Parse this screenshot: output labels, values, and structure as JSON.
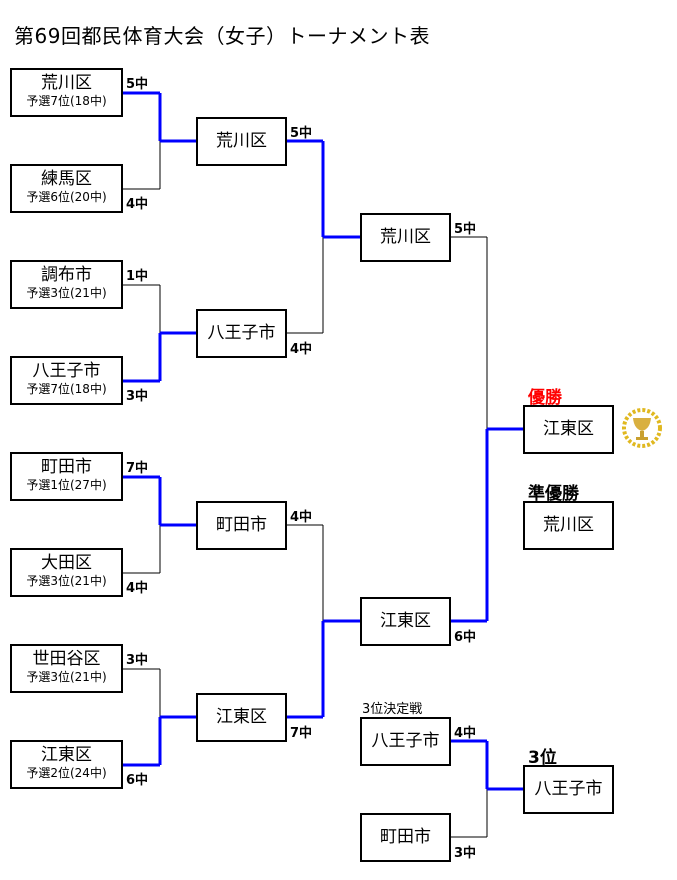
{
  "title": "第69回都民体育大会（女子）トーナメント表",
  "round1": [
    {
      "name": "荒川区",
      "seed": "予選7位(18中)",
      "score": "5中"
    },
    {
      "name": "練馬区",
      "seed": "予選6位(20中)",
      "score": "4中"
    },
    {
      "name": "調布市",
      "seed": "予選3位(21中)",
      "score": "1中"
    },
    {
      "name": "八王子市",
      "seed": "予選7位(18中)",
      "score": "3中"
    },
    {
      "name": "町田市",
      "seed": "予選1位(27中)",
      "score": "7中"
    },
    {
      "name": "大田区",
      "seed": "予選3位(21中)",
      "score": "4中"
    },
    {
      "name": "世田谷区",
      "seed": "予選3位(21中)",
      "score": "3中"
    },
    {
      "name": "江東区",
      "seed": "予選2位(24中)",
      "score": "6中"
    }
  ],
  "round2": [
    {
      "name": "荒川区",
      "score": "5中"
    },
    {
      "name": "八王子市",
      "score": "4中"
    },
    {
      "name": "町田市",
      "score": "4中"
    },
    {
      "name": "江東区",
      "score": "7中"
    }
  ],
  "round3": [
    {
      "name": "荒川区",
      "score": "5中"
    },
    {
      "name": "江東区",
      "score": "6中"
    }
  ],
  "final": {
    "champion_label": "優勝",
    "champion": "江東区",
    "runnerup_label": "準優勝",
    "runnerup": "荒川区"
  },
  "third_place": {
    "match_label": "3位決定戦",
    "teams": [
      {
        "name": "八王子市",
        "score": "4中"
      },
      {
        "name": "町田市",
        "score": "3中"
      }
    ],
    "result_label": "3位",
    "winner": "八王子市"
  },
  "colors": {
    "winner_line": "#0000ff",
    "champion_label": "#ff0000"
  }
}
